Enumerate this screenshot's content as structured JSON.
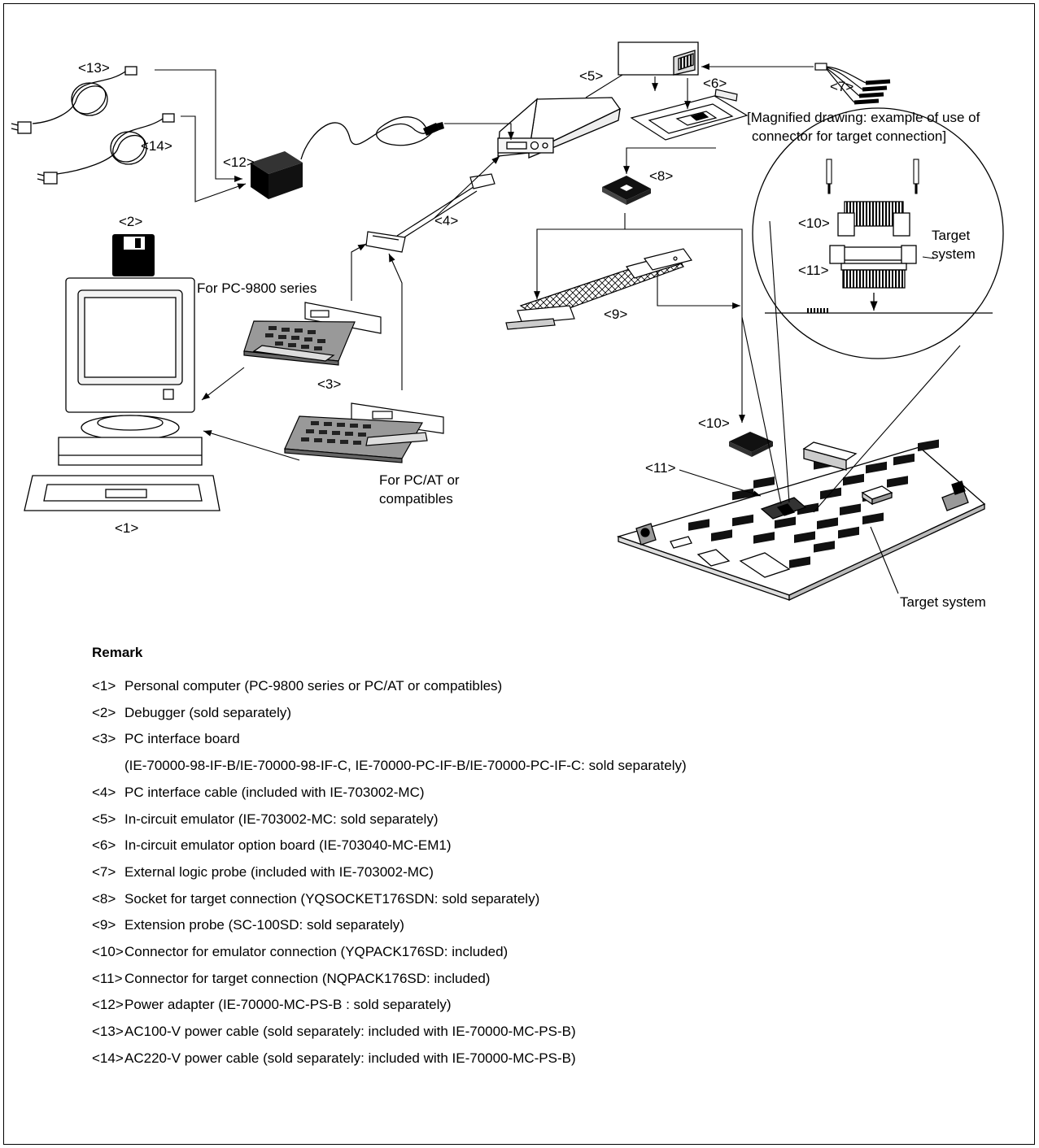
{
  "labels": {
    "n1": "<1>",
    "n2": "<2>",
    "n3": "<3>",
    "n4": "<4>",
    "n5": "<5>",
    "n6": "<6>",
    "n7": "<7>",
    "n8": "<8>",
    "n9": "<9>",
    "n10a": "<10>",
    "n10b": "<10>",
    "n11a": "<11>",
    "n11b": "<11>",
    "n12": "<12>",
    "n13": "<13>",
    "n14": "<14>",
    "pc9800": "For PC-9800 series",
    "pcat_1": "For PC/AT or",
    "pcat_2": "compatibles",
    "magnified_1": "[Magnified drawing: example of use of",
    "magnified_2": "connector for target connection]",
    "target_inset_1": "Target",
    "target_inset_2": "system",
    "target_system": "Target system"
  },
  "remark": {
    "title": "Remark",
    "items": [
      {
        "num": "<1>",
        "text": "Personal computer  (PC-9800 series or PC/AT or compatibles)"
      },
      {
        "num": "<2>",
        "text": "Debugger  (sold separately)"
      },
      {
        "num": "<3>",
        "text": "PC interface board"
      },
      {
        "num": "",
        "text": "(IE-70000-98-IF-B/IE-70000-98-IF-C, IE-70000-PC-IF-B/IE-70000-PC-IF-C:  sold separately)"
      },
      {
        "num": "<4>",
        "text": "PC interface cable  (included with IE-703002-MC)"
      },
      {
        "num": "<5>",
        "text": "In-circuit emulator (IE-703002-MC:  sold separately)"
      },
      {
        "num": "<6>",
        "text": "In-circuit emulator option board (IE-703040-MC-EM1)"
      },
      {
        "num": "<7>",
        "text": "External logic probe  (included with IE-703002-MC)"
      },
      {
        "num": "<8>",
        "text": "Socket for target connection  (YQSOCKET176SDN:  sold separately)"
      },
      {
        "num": "<9>",
        "text": "Extension probe  (SC-100SD:  sold separately)"
      },
      {
        "num": "<10>",
        "text": "Connector for emulator connection  (YQPACK176SD:  included)"
      },
      {
        "num": "<11>",
        "text": "Connector for target connection  (NQPACK176SD:  included)"
      },
      {
        "num": "<12>",
        "text": "Power adapter  (IE-70000-MC-PS-B :  sold separately)"
      },
      {
        "num": "<13>",
        "text": "AC100-V power cable  (sold separately: included with IE-70000-MC-PS-B)"
      },
      {
        "num": "<14>",
        "text": "AC220-V power cable  (sold separately: included with IE-70000-MC-PS-B)"
      }
    ]
  }
}
